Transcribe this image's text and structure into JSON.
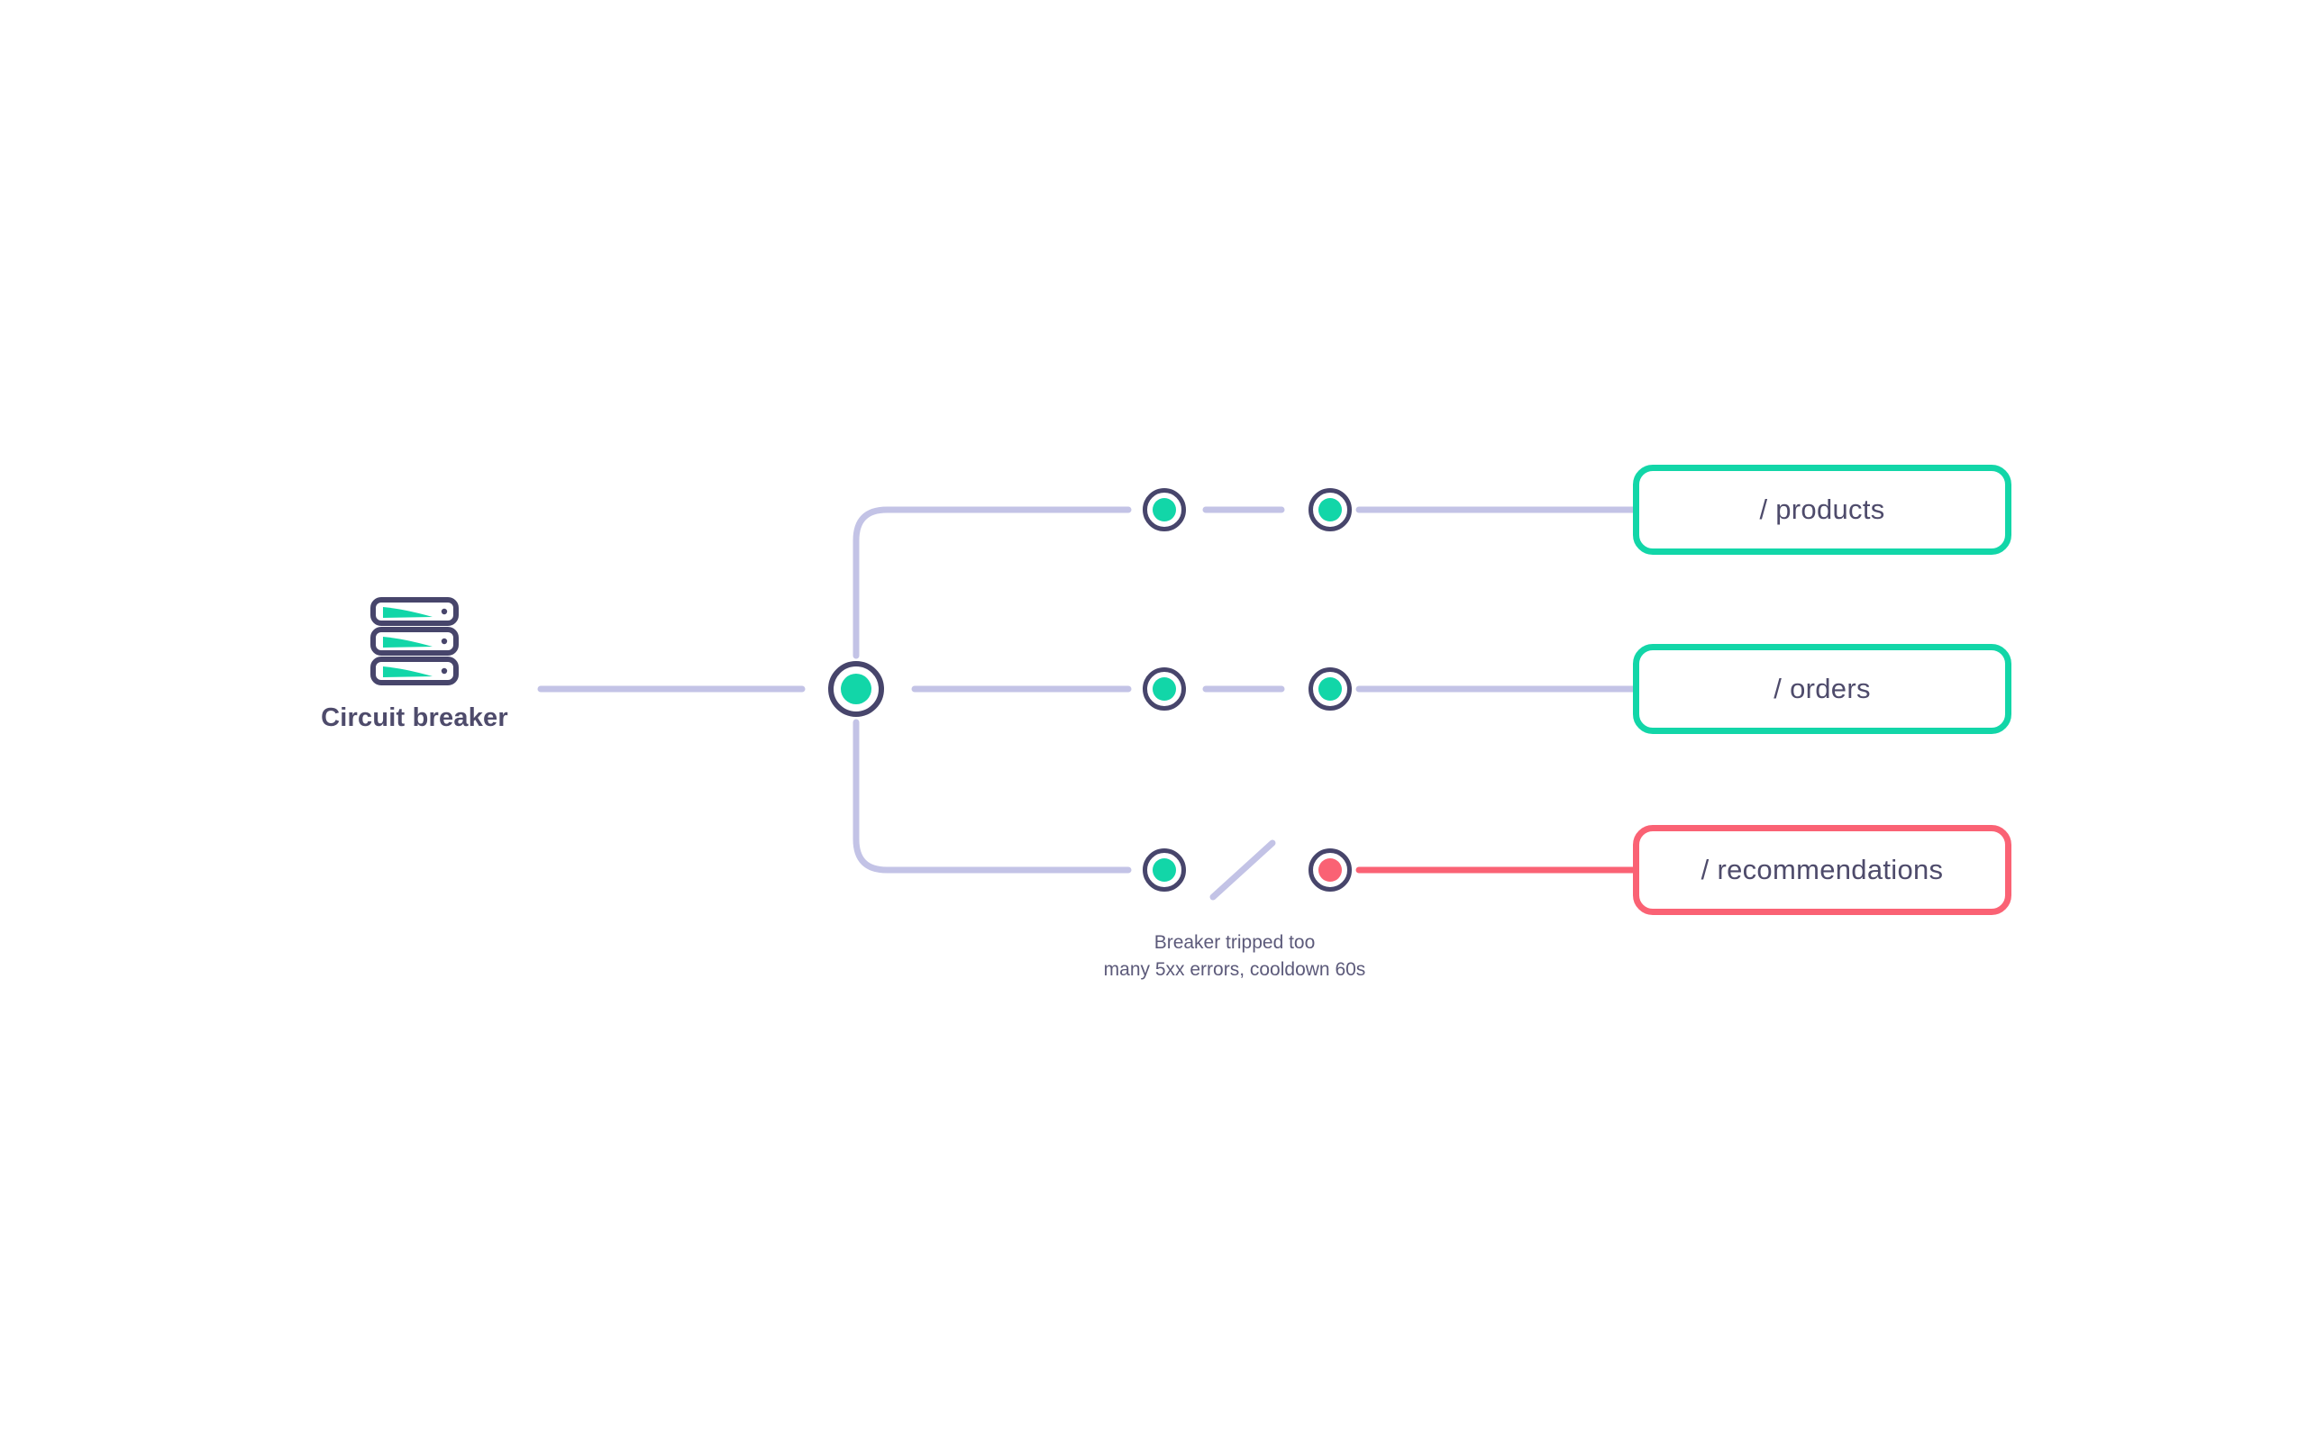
{
  "diagram": {
    "source": {
      "icon": "server-stack-icon",
      "label": "Circuit breaker"
    },
    "hub": {
      "name": "router-hub-node",
      "state": "healthy"
    },
    "rows": [
      {
        "id": "products",
        "endpoint_label": "/ products",
        "state": "healthy",
        "accent": "#12d6a8",
        "node_a_state": "healthy",
        "node_b_state": "healthy",
        "link_broken": false
      },
      {
        "id": "orders",
        "endpoint_label": "/ orders",
        "state": "healthy",
        "accent": "#12d6a8",
        "node_a_state": "healthy",
        "node_b_state": "healthy",
        "link_broken": false
      },
      {
        "id": "recommendations",
        "endpoint_label": "/ recommendations",
        "state": "failed",
        "accent": "#fa6274",
        "node_a_state": "healthy",
        "node_b_state": "down",
        "link_broken": true
      }
    ],
    "annotation": {
      "line1": "Breaker tripped too",
      "line2": "many 5xx errors, cooldown 60s"
    },
    "colors": {
      "healthy": "#12d6a8",
      "failed": "#fa6274",
      "node_ring": "#47456b",
      "wire": "#c3c3e6",
      "text": "#4e4b6b",
      "background": "#ffffff"
    }
  }
}
